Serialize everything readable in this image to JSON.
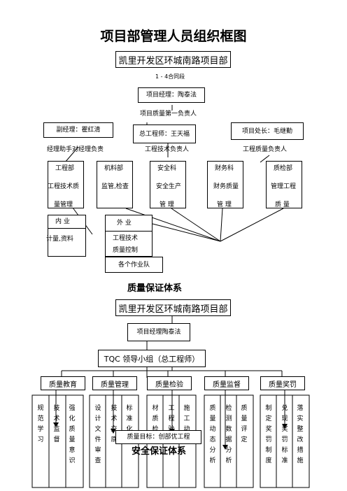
{
  "title": "项目部管理人员组织框图",
  "org": {
    "project": "凯里开发区环城南路项目部",
    "section": "1 - 4合同段",
    "manager_box": "项目经理：陶泰法",
    "manager_note": "项目质量第一负责人",
    "deputy": "副经理：瞿红清",
    "deputy_note": "经理助手对经理负责",
    "chief_engineer": "总工程师：王天福",
    "chief_note": "工程技术负责人",
    "office_head": "项目处长：毛继勤",
    "office_note": "工程质量负责人",
    "departments": [
      {
        "name": "工程部",
        "duty1": "工程技术质",
        "duty2": "量管理"
      },
      {
        "name": "机料部",
        "duty1": "监管,检查",
        "duty2": ""
      },
      {
        "name": "安全科",
        "duty1": "安全生产",
        "duty2": "管  理"
      },
      {
        "name": "财务科",
        "duty1": "财务质量",
        "duty2": "管  理"
      },
      {
        "name": "质检部",
        "duty1": "管理工程",
        "duty2": "质  量"
      }
    ],
    "inner": {
      "name": "内  业",
      "duty": "计量,资料"
    },
    "outer": {
      "name": "外  业",
      "duty1": "工程技术",
      "duty2": "质量控制"
    },
    "teams": "各个作业队"
  },
  "qa": {
    "title": "质量保证体系",
    "project": "凯里开发区环城南路项目部",
    "manager": "项目经理陶泰法",
    "tqc": "TQC 领导小组（总工程师）",
    "categories": [
      "质量教育",
      "质量管理",
      "质量检验",
      "质量监督",
      "质量奖罚"
    ],
    "columns": [
      [
        "规范学习",
        "技术监督",
        "强化质量意识"
      ],
      [
        "设计文件审查",
        "技术交底",
        "标准化"
      ],
      [
        "材质检",
        "工程验",
        "施工动"
      ],
      [
        "质量动态分析",
        "检测数据分析",
        "质量评定"
      ],
      [
        "制定奖罚制度",
        "兑现奖罚标准",
        "落实整改措施"
      ]
    ],
    "goal": "质量目标：创部优工程",
    "safety_title": "安全保证体系"
  }
}
